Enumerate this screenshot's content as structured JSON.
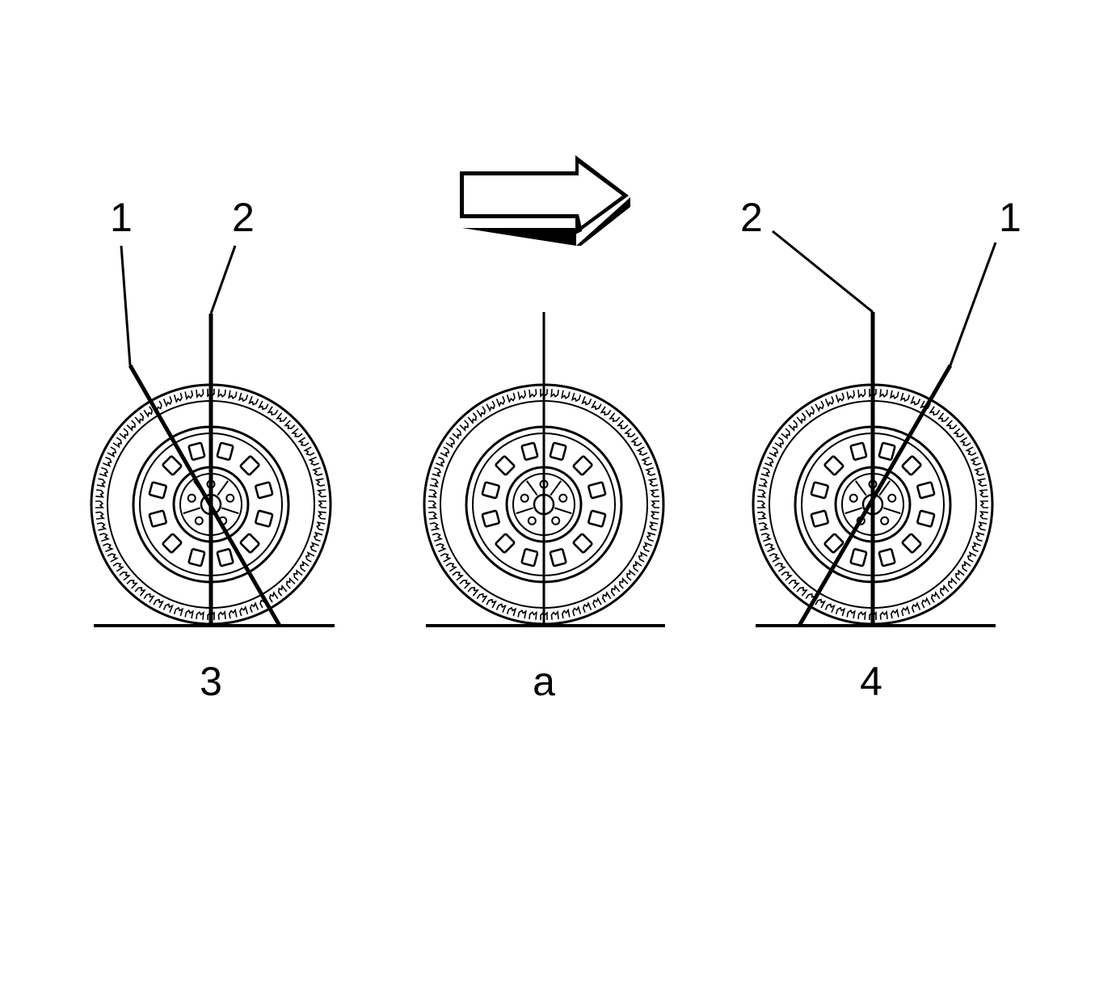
{
  "figure": {
    "wheels": [
      {
        "id": "left",
        "caption": "3",
        "callouts": [
          "1",
          "2"
        ]
      },
      {
        "id": "center",
        "caption": "a",
        "callouts": []
      },
      {
        "id": "right",
        "caption": "4",
        "callouts": [
          "2",
          "1"
        ]
      }
    ],
    "arrow": {
      "direction": "right"
    }
  }
}
